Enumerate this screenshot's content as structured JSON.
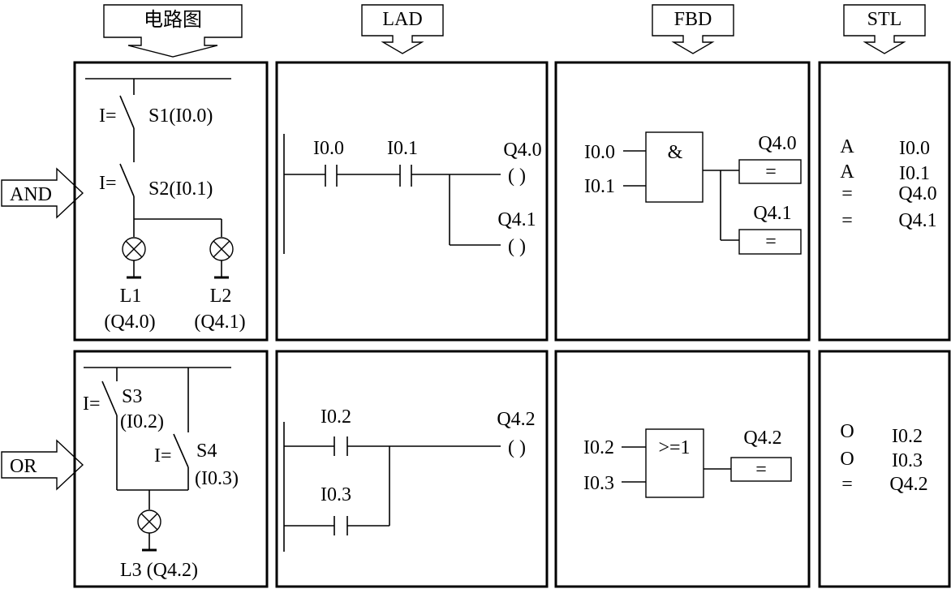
{
  "headers": {
    "circuit": "电路图",
    "lad": "LAD",
    "fbd": "FBD",
    "stl": "STL"
  },
  "rows": {
    "and": "AND",
    "or": "OR"
  },
  "and_circuit": {
    "contact1_mark": "I=",
    "contact1_label": "S1(I0.0)",
    "contact2_mark": "I=",
    "contact2_label": "S2(I0.1)",
    "lamp1_name": "L1",
    "lamp1_addr": "(Q4.0)",
    "lamp2_name": "L2",
    "lamp2_addr": "(Q4.1)"
  },
  "and_lad": {
    "contact1": "I0.0",
    "contact2": "I0.1",
    "coil1": "Q4.0",
    "coil2": "Q4.1",
    "coil_symbol": "( )"
  },
  "and_fbd": {
    "in1": "I0.0",
    "in2": "I0.1",
    "gate": "&",
    "out1": "Q4.0",
    "out2": "Q4.1",
    "assign": "="
  },
  "and_stl": {
    "lines": [
      {
        "op": "A",
        "operand": "I0.0"
      },
      {
        "op": "A",
        "operand": "I0.1"
      },
      {
        "op": "=",
        "operand": "Q4.0"
      },
      {
        "op": "=",
        "operand": "Q4.1"
      }
    ]
  },
  "or_circuit": {
    "contact1_mark": "I=",
    "contact1_name": "S3",
    "contact1_addr": "(I0.2)",
    "contact2_mark": "I=",
    "contact2_name": "S4",
    "contact2_addr": "(I0.3)",
    "lamp_label": "L3 (Q4.2)"
  },
  "or_lad": {
    "contact1": "I0.2",
    "contact2": "I0.3",
    "coil": "Q4.2",
    "coil_symbol": "( )"
  },
  "or_fbd": {
    "in1": "I0.2",
    "in2": "I0.3",
    "gate": ">=1",
    "out": "Q4.2",
    "assign": "="
  },
  "or_stl": {
    "lines": [
      {
        "op": "O",
        "operand": "I0.2"
      },
      {
        "op": "O",
        "operand": "I0.3"
      },
      {
        "op": "=",
        "operand": "Q4.2"
      }
    ]
  }
}
